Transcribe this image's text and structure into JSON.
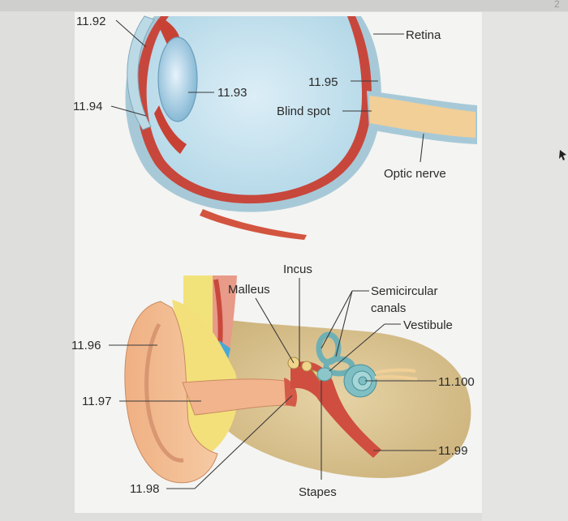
{
  "eye": {
    "labels": {
      "l1192": "11.92",
      "l1193": "11.93",
      "l1194": "11.94",
      "l1195": "11.95",
      "retina": "Retina",
      "blind_spot": "Blind spot",
      "optic_nerve": "Optic nerve"
    }
  },
  "ear": {
    "labels": {
      "incus": "Incus",
      "malleus": "Malleus",
      "semicircular": "Semicircular",
      "canals": "canals",
      "vestibule": "Vestibule",
      "l1196": "11.96",
      "l1197": "11.97",
      "l1198": "11.98",
      "l1199": "11.99",
      "l11100": "11.100",
      "stapes": "Stapes"
    }
  },
  "corner_mark": "2",
  "colors": {
    "paper": "#f4f4f2",
    "eye_fluid": "#c9e3ef",
    "sclera": "#a9cbd9",
    "choroid": "#c8473c",
    "nerve": "#f1cf97",
    "skin": "#f0b98e",
    "fat": "#f2e27a",
    "bone": "#dcc79a"
  }
}
